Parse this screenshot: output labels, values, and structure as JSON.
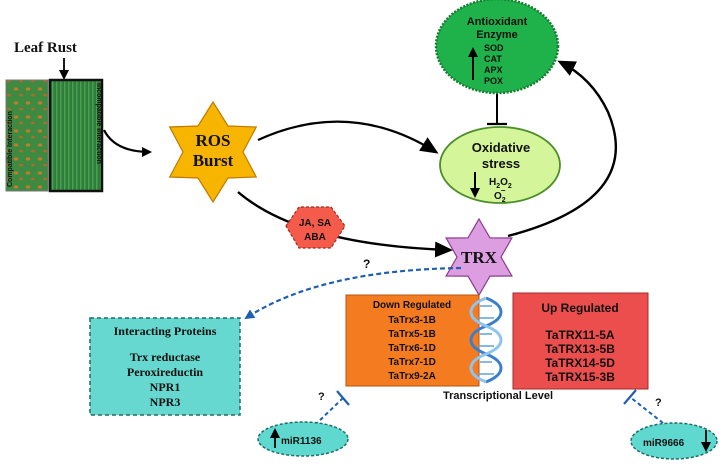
{
  "leaf_rust": {
    "title": "Leaf Rust",
    "compatible_label": "Compatible Interaction",
    "incompatible_label": "Incompatible Interaction"
  },
  "ros": {
    "line1": "ROS",
    "line2": "Burst"
  },
  "hormones": {
    "line1": "JA, SA",
    "line2": "ABA"
  },
  "antioxidant": {
    "title1": "Antioxidant",
    "title2": "Enzyme",
    "enzymes": [
      "SOD",
      "CAT",
      "APX",
      "POX"
    ]
  },
  "oxidative": {
    "line1": "Oxidative",
    "line2": "stress",
    "h2o2_base": "H",
    "h2o2_sub1": "2",
    "h2o2_mid": "O",
    "h2o2_sub2": "2",
    "o2_base": "O",
    "o2_sub": "2",
    "o2_sup": "−"
  },
  "trx": {
    "label": "TRX"
  },
  "question_mark": "?",
  "interacting": {
    "title": "Interacting Proteins",
    "items": [
      "Trx reductase",
      "Peroxireductin",
      "NPR1",
      "NPR3"
    ]
  },
  "down_regulated": {
    "title": "Down Regulated",
    "genes": [
      "TaTrx3-1B",
      "TaTrx5-1B",
      "TaTrx6-1D",
      "TaTrx7-1D",
      "TaTrx9-2A"
    ]
  },
  "up_regulated": {
    "title": "Up Regulated",
    "genes": [
      "TaTRX11-5A",
      "TaTRX13-5B",
      "TaTRX14-5D",
      "TaTRX15-3B"
    ]
  },
  "transcriptional_label": "Transcriptional Level",
  "mirna_left": "miR1136",
  "mirna_right": "miR9666",
  "colors": {
    "ros_fill": "#f7b500",
    "hormone_fill": "#f45b4b",
    "antioxidant_fill": "#1fb14a",
    "oxidative_fill": "#d4f59a",
    "trx_fill": "#dc9ee0",
    "interacting_fill": "#66d8cf",
    "down_fill": "#f47b20",
    "up_fill": "#ec4d4d",
    "mirna_fill": "#5fd9d0",
    "dashed_line": "#1f5fb0",
    "arrow": "#000000"
  }
}
